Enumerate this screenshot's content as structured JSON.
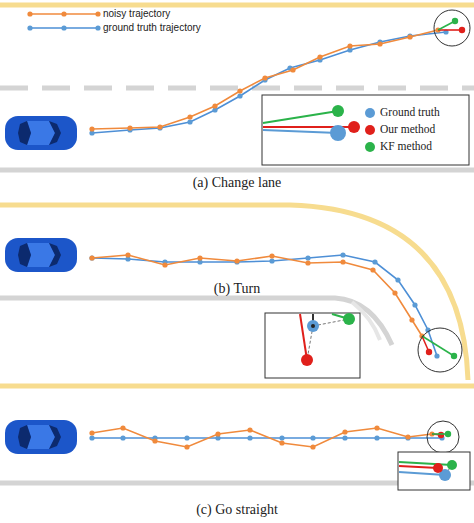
{
  "diagram": {
    "labels": [
      "(a) Change lane",
      "(b) Turn",
      "(c) Go straight"
    ],
    "legend": [
      {
        "text": "noisy trajectory"
      },
      {
        "text": "ground truth trajectory"
      },
      {
        "text": "Ground truth",
        "color": "#5b9bd5"
      },
      {
        "text": "Our method",
        "color": "#e0201b"
      },
      {
        "text": "KF method",
        "color": "#2bb34a"
      }
    ]
  }
}
